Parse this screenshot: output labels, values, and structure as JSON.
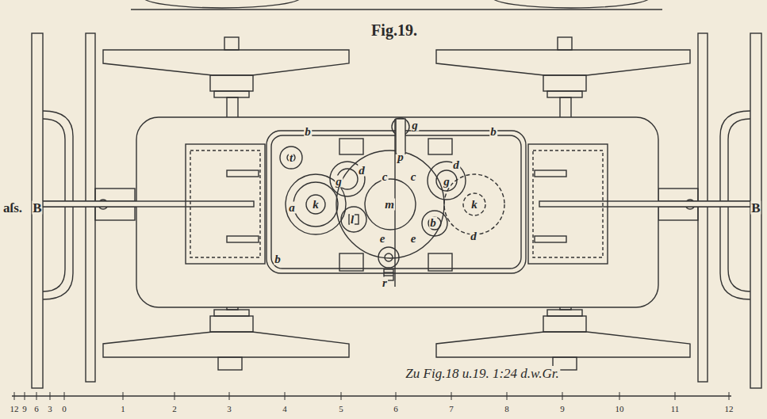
{
  "diagram": {
    "title": "Fig.19.",
    "caption": "Zu Fig.18 u.19. 1:24 d.w.Gr.",
    "labels": [
      "b",
      "g",
      "b",
      "t",
      "p",
      "d",
      "d",
      "g",
      "c",
      "c",
      "g",
      "aſs.",
      "B",
      "a",
      "k",
      "m",
      "k",
      "l",
      "b",
      "d",
      "e",
      "e",
      "b",
      "r",
      "B",
      "12",
      "9",
      "6",
      "3",
      "0",
      "1",
      "2",
      "3",
      "4",
      "5",
      "6",
      "7",
      "8",
      "9",
      "10",
      "11",
      "12"
    ]
  }
}
